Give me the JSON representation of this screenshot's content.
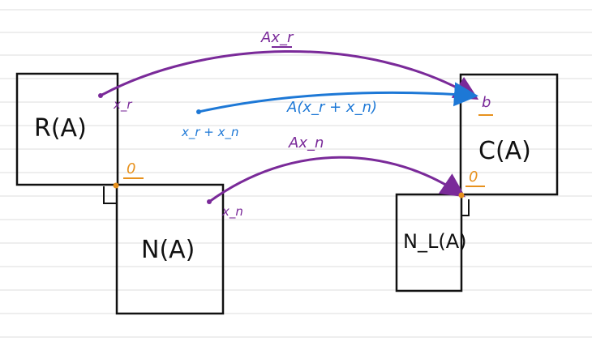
{
  "colors": {
    "purple": "#7a2a99",
    "blue": "#1d78d6",
    "orange": "#e7911d",
    "ink": "#111111",
    "rule": "#dcdcdc"
  },
  "boxes": {
    "row_space": "R(A)",
    "null_space": "N(A)",
    "column_space": "C(A)",
    "left_null_space": "N_L(A)"
  },
  "labels": {
    "x_r": "x_r",
    "x_n": "x_n",
    "x_r_plus_x_n": "x_r + x_n",
    "b": "b",
    "zero_left": "0",
    "zero_right": "0",
    "A_xr": "Ax_r",
    "A_xn": "Ax_n",
    "A_xr_plus_xn": "A(x_r + x_n)"
  }
}
